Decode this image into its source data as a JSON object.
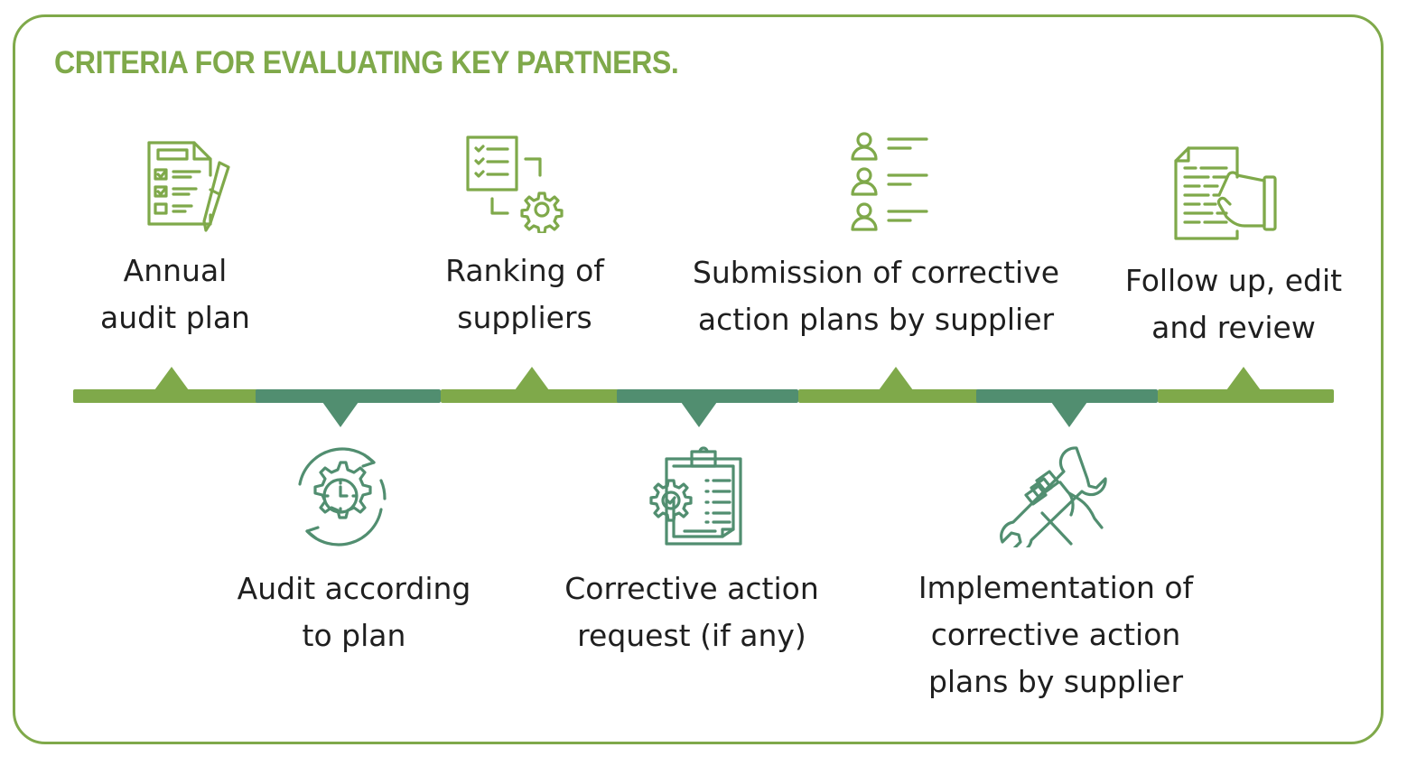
{
  "title": "CRITERIA FOR EVALUATING KEY PARTNERS.",
  "colors": {
    "light_green": "#7fa94a",
    "teal_green": "#518e70",
    "text": "#1f1f1f",
    "background": "#ffffff"
  },
  "steps": [
    {
      "order": 1,
      "position": "top",
      "icon": "audit-checklist-pencil-icon",
      "lines": [
        "Annual",
        "audit plan"
      ]
    },
    {
      "order": 2,
      "position": "bottom",
      "icon": "gear-clock-cycle-icon",
      "lines": [
        "Audit according",
        "to plan"
      ]
    },
    {
      "order": 3,
      "position": "top",
      "icon": "checklist-gear-icon",
      "lines": [
        "Ranking of",
        "suppliers"
      ]
    },
    {
      "order": 4,
      "position": "bottom",
      "icon": "clipboard-gear-icon",
      "lines": [
        "Corrective action",
        "request (if any)"
      ]
    },
    {
      "order": 5,
      "position": "top",
      "icon": "people-list-icon",
      "lines": [
        "Submission of corrective",
        "action plans by supplier"
      ]
    },
    {
      "order": 6,
      "position": "bottom",
      "icon": "hand-wrench-icon",
      "lines": [
        "Implementation of",
        "corrective action",
        "plans by supplier"
      ]
    },
    {
      "order": 7,
      "position": "top",
      "icon": "document-hand-icon",
      "lines": [
        "Follow up, edit",
        "and review"
      ]
    }
  ]
}
